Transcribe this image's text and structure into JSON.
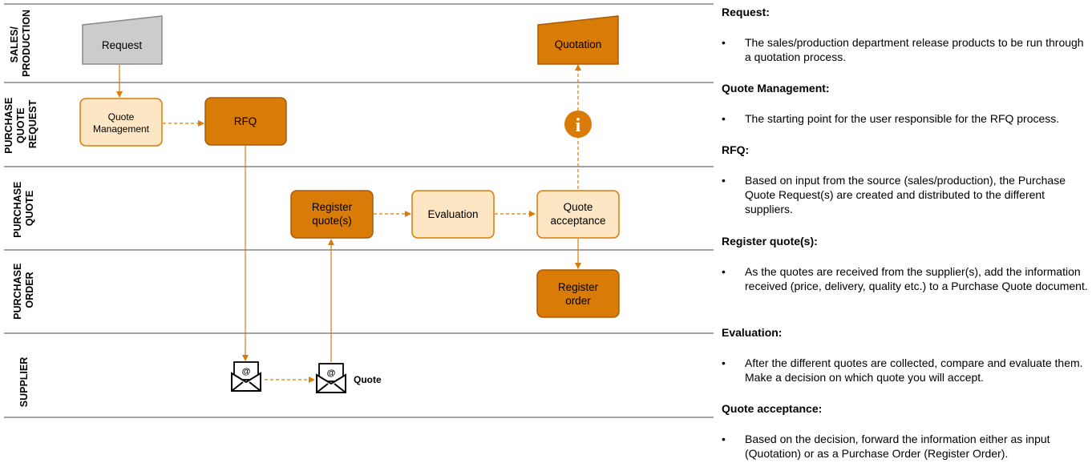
{
  "lanes": [
    {
      "id": "sales",
      "label_lines": [
        "SALES/",
        "PRODUCTION"
      ]
    },
    {
      "id": "pqr",
      "label_lines": [
        "PURCHASE",
        "QUOTE",
        "REQUEST"
      ]
    },
    {
      "id": "pq",
      "label_lines": [
        "PURCHASE",
        "QUOTE"
      ]
    },
    {
      "id": "po",
      "label_lines": [
        "PURCHASE",
        "ORDER"
      ]
    },
    {
      "id": "supplier",
      "label_lines": [
        "SUPPLIER"
      ]
    }
  ],
  "nodes": {
    "request": {
      "lines": [
        "Request"
      ]
    },
    "quotation": {
      "lines": [
        "Quotation"
      ]
    },
    "quote_management": {
      "lines": [
        "Quote",
        "Management"
      ]
    },
    "rfq": {
      "lines": [
        "RFQ"
      ]
    },
    "register_quotes": {
      "lines": [
        "Register",
        "quote(s)"
      ]
    },
    "evaluation": {
      "lines": [
        "Evaluation"
      ]
    },
    "quote_acceptance": {
      "lines": [
        "Quote",
        "acceptance"
      ]
    },
    "register_order": {
      "lines": [
        "Register",
        "order"
      ]
    },
    "info_icon": {
      "glyph": "i"
    },
    "envelope_1": {
      "icon": "email-envelope-icon"
    },
    "envelope_2": {
      "icon": "email-envelope-icon"
    },
    "envelope_glyph": "@",
    "envelope_2_label": "Quote"
  },
  "colors": {
    "accent": "#d97b07",
    "accent_dark": "#a85c06",
    "light_fill": "#fde6c4",
    "request_fill": "#cccccc",
    "request_border": "#888888",
    "lane_line": "#444444"
  },
  "descriptions": [
    {
      "title": "Request:",
      "bullet": "•",
      "text": "The sales/production department release products to be run through a quotation process."
    },
    {
      "title": "Quote Management:",
      "bullet": "•",
      "text": "The starting point for the user responsible for the RFQ process."
    },
    {
      "title": "RFQ:",
      "bullet": "•",
      "text": "Based on input from the source (sales/production), the Purchase Quote Request(s) are created and distributed to the different suppliers."
    },
    {
      "title": "Register quote(s):",
      "bullet": "•",
      "text": "As the quotes are received from the supplier(s), add the information received (price, delivery, quality etc.) to a Purchase Quote document."
    },
    {
      "title": "Evaluation:",
      "bullet": "•",
      "text": "After the different quotes are collected, compare and evaluate them. Make a decision on which quote you will accept."
    },
    {
      "title": "Quote acceptance:",
      "bullet": "•",
      "text": "Based on the decision, forward the information either as input (Quotation) or as a Purchase Order (Register Order)."
    }
  ]
}
